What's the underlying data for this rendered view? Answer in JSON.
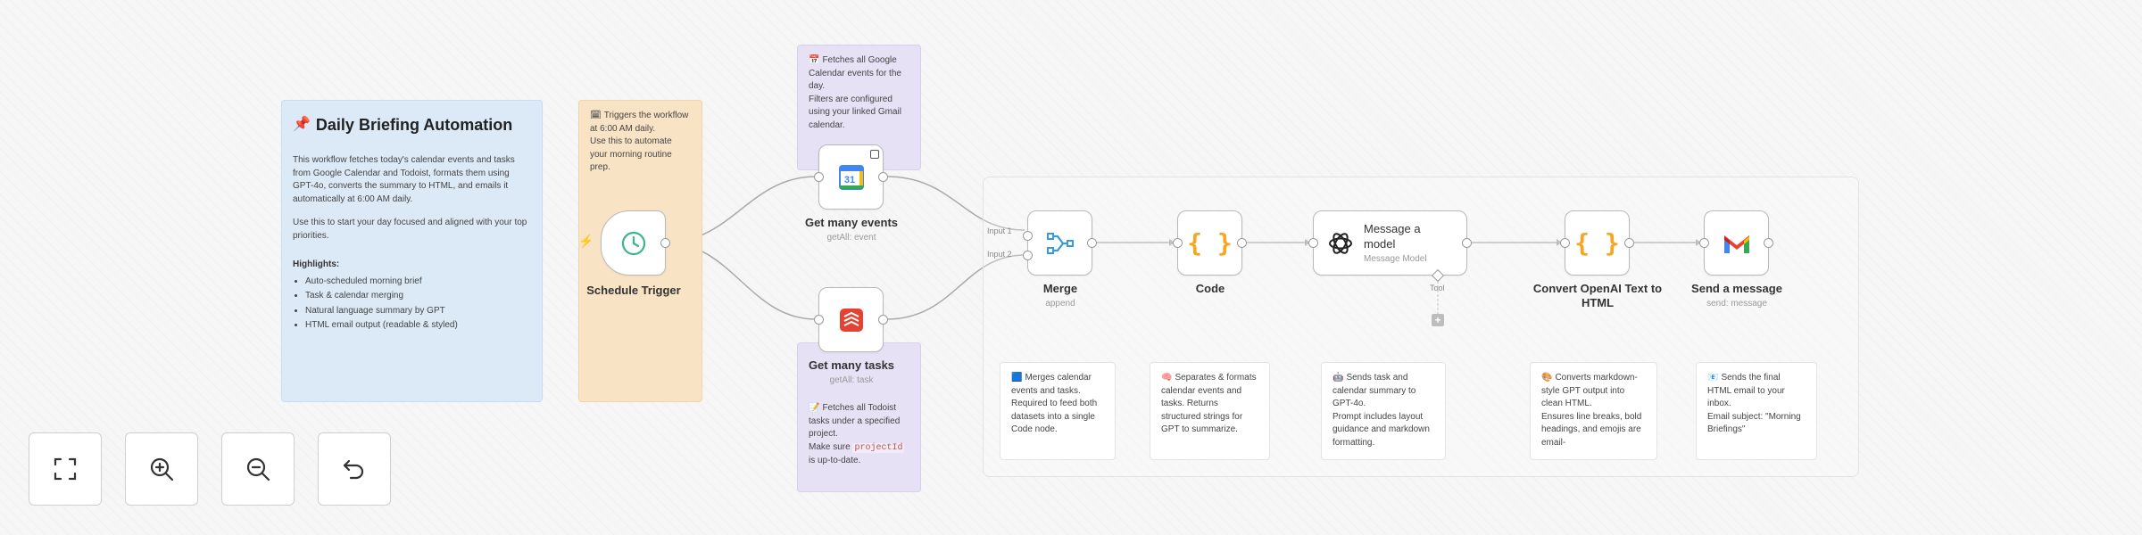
{
  "workflow": {
    "title_sticky": {
      "title": "Daily Briefing Automation",
      "p1": "This workflow fetches today's calendar events and tasks from Google Calendar and Todoist, formats them using GPT-4o, converts the summary to HTML, and emails it automatically at 6:00 AM daily.",
      "p2": "Use this to start your day focused and aligned with your top priorities.",
      "highlights_heading": "Highlights:",
      "highlights": [
        "Auto-scheduled morning brief",
        "Task & calendar merging",
        "Natural language summary by GPT",
        "HTML email output (readable & styled)"
      ]
    },
    "trigger_sticky": {
      "line1": "Triggers the workflow at 6:00 AM daily.",
      "line2": "Use this to automate your morning routine prep."
    },
    "calendar_sticky": {
      "line1": "Fetches all Google Calendar events for the day.",
      "line2": "Filters are configured using your linked Gmail calendar."
    },
    "todoist_sticky": {
      "line1": "Fetches all Todoist tasks under a specified project.",
      "line2_pre": "Make sure",
      "line2_code": "projectId",
      "line2_post": "is up-to-date."
    },
    "merge_sticky": {
      "text": "Merges calendar events and tasks. Required to feed both datasets into a single Code node."
    },
    "code_sticky": {
      "text": "Separates & formats calendar events and tasks. Returns structured strings for GPT to summarize."
    },
    "gpt_sticky": {
      "line1": "Sends task and calendar summary to GPT-4o.",
      "line2": "Prompt includes layout guidance and markdown formatting."
    },
    "convert_sticky": {
      "line1": "Converts markdown-style GPT output into clean HTML.",
      "line2": "Ensures line breaks, bold headings, and emojis are email-"
    },
    "send_sticky": {
      "line1": "Sends the final HTML email to your inbox.",
      "line2": "Email subject: \"Morning Briefings\""
    }
  },
  "nodes": {
    "schedule_trigger": {
      "label": "Schedule Trigger"
    },
    "get_events": {
      "label": "Get many events",
      "sub": "getAll: event"
    },
    "get_tasks": {
      "label": "Get many tasks",
      "sub": "getAll: task"
    },
    "merge": {
      "label": "Merge",
      "sub": "append",
      "input1": "Input 1",
      "input2": "Input 2"
    },
    "code": {
      "label": "Code"
    },
    "message_model": {
      "title": "Message a model",
      "sub": "Message Model",
      "tools_label": "Tool"
    },
    "convert": {
      "label": "Convert OpenAI Text to HTML"
    },
    "send": {
      "label": "Send a message",
      "sub": "send: message"
    }
  },
  "colors": {
    "accent_orange": "#ff6d5a",
    "trigger_green": "#3bb58a",
    "code_orange": "#f5a623",
    "gcal_blue": "#4285f4",
    "todoist_red": "#e44332"
  },
  "controls": {
    "fit_icon": "fit-view-icon",
    "zoom_in_icon": "zoom-in-icon",
    "zoom_out_icon": "zoom-out-icon",
    "undo_icon": "undo-icon"
  }
}
